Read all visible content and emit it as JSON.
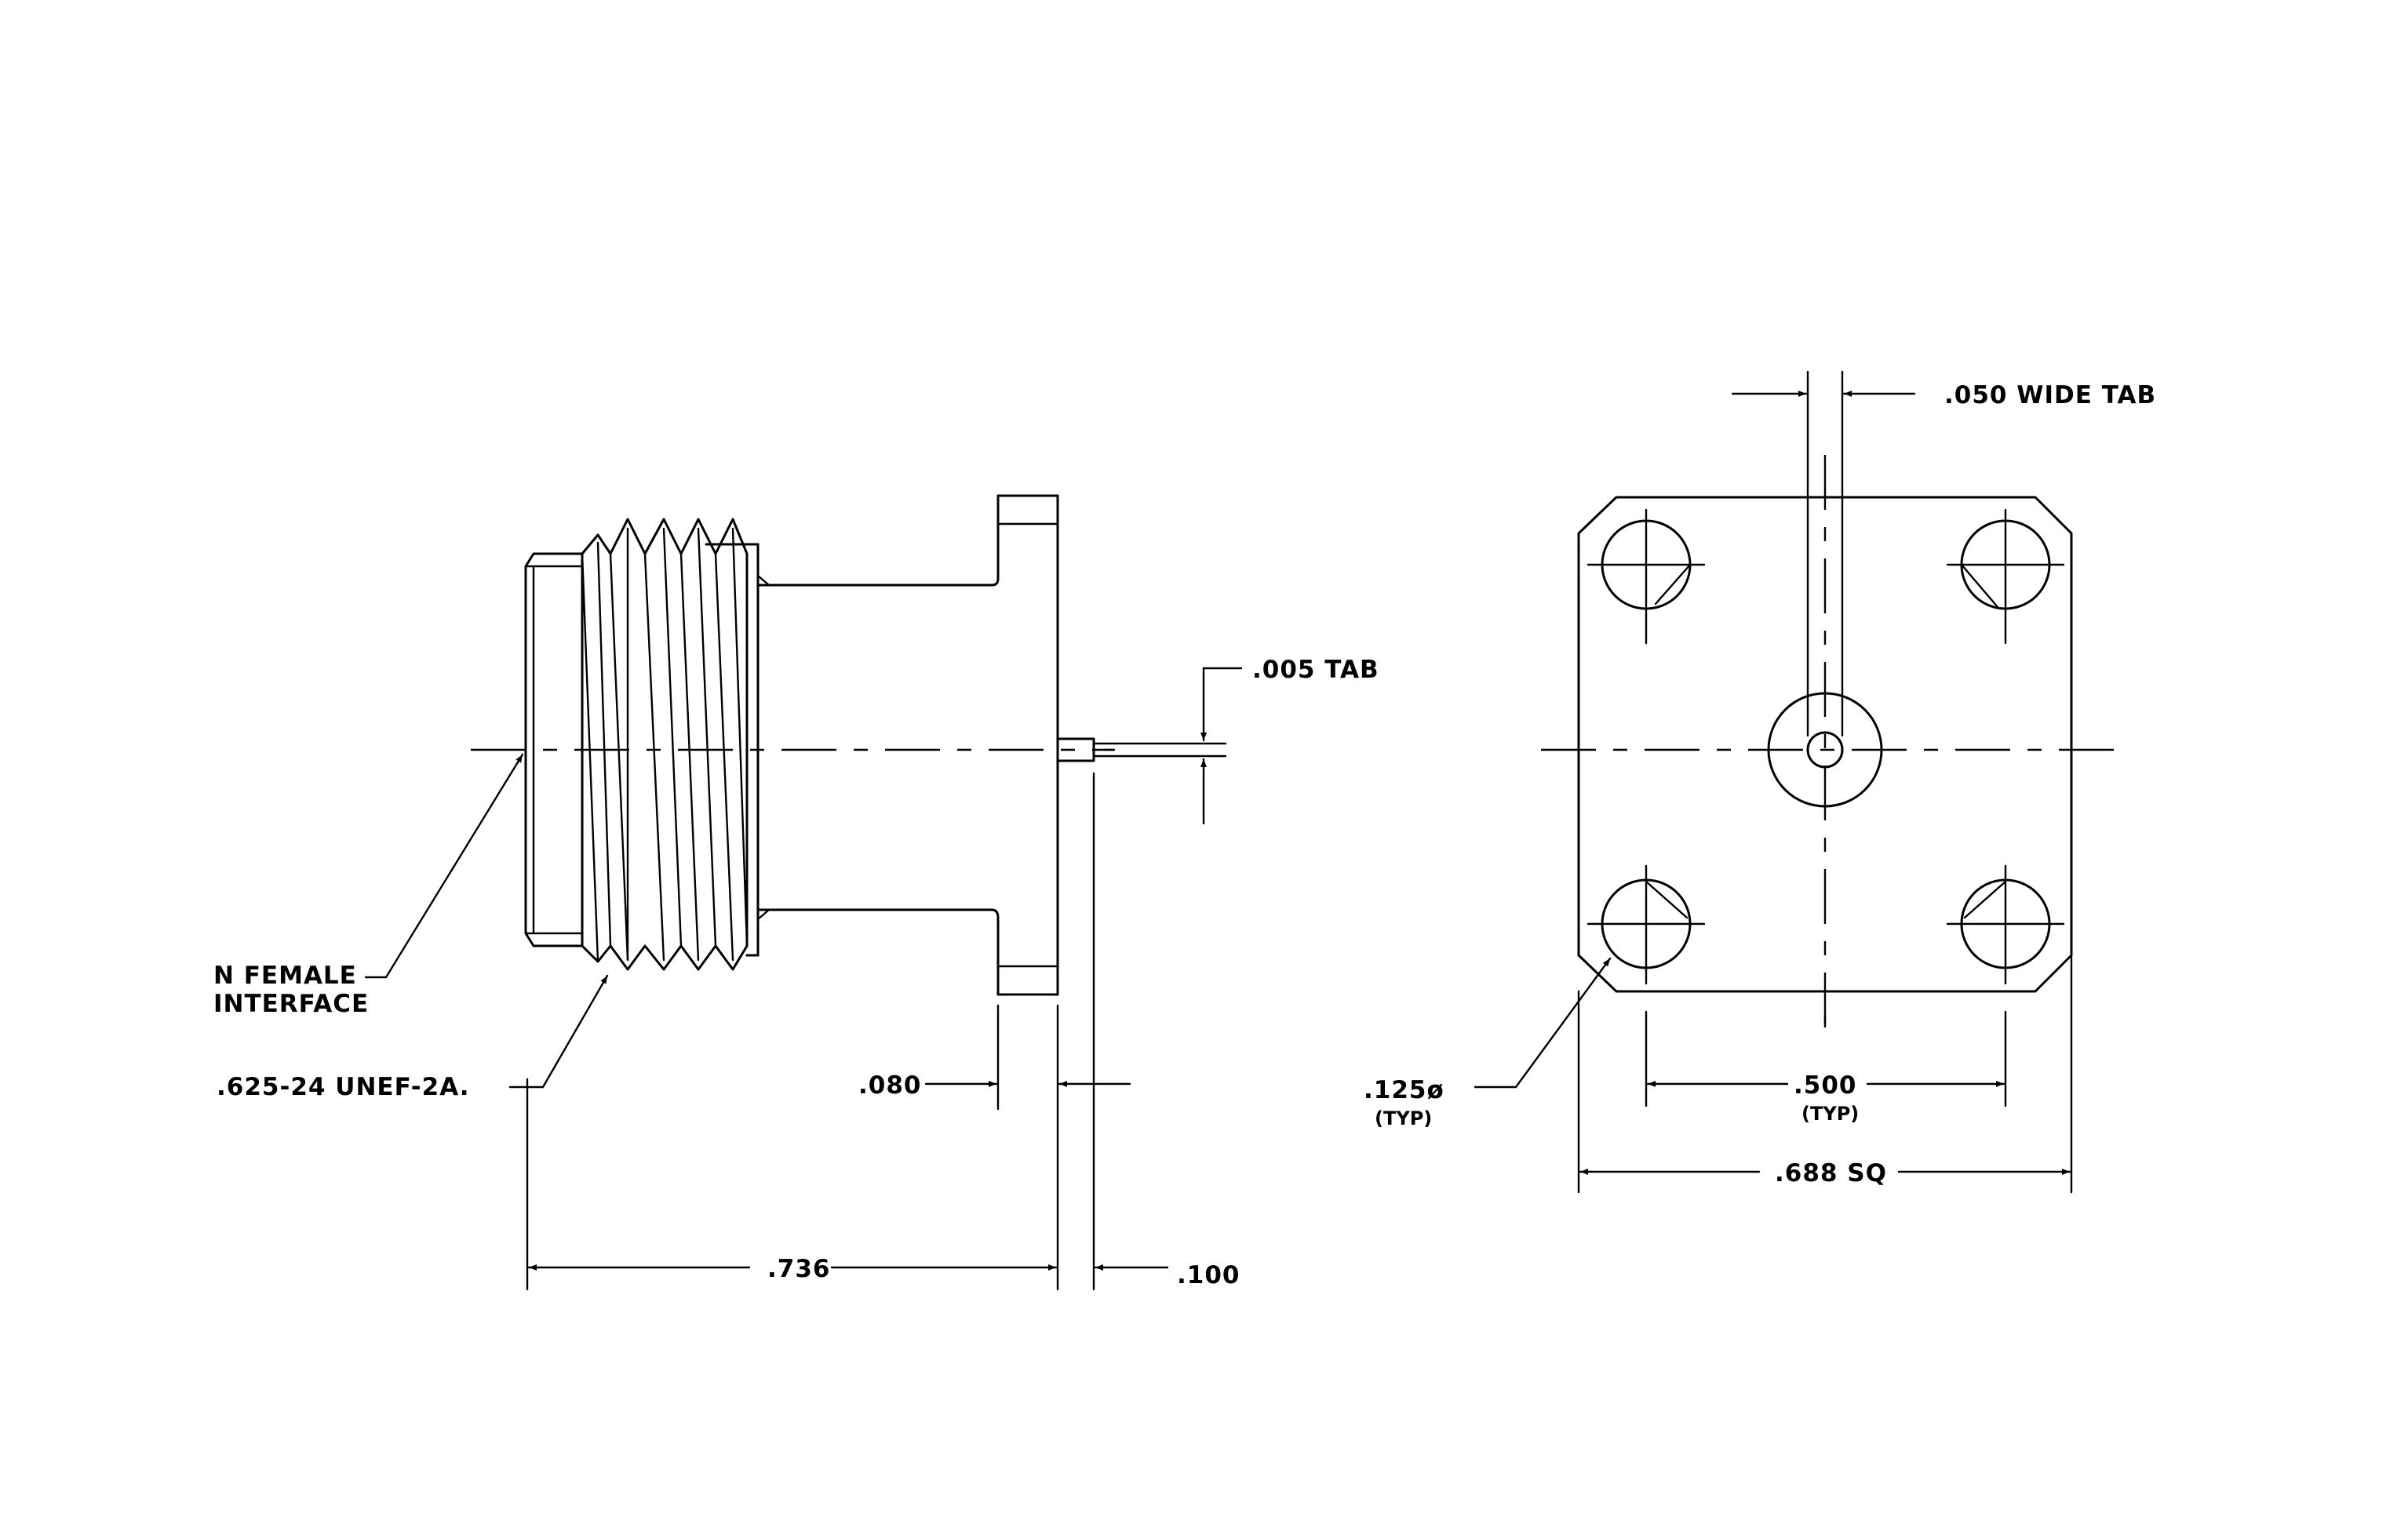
{
  "labels": {
    "n_female_line1": "N FEMALE",
    "n_female_line2": "INTERFACE",
    "thread_spec": ".625-24 UNEF-2A.",
    "dim_080": ".080",
    "dim_736": ".736",
    "dim_100": ".100",
    "tab_005": ".005 TAB",
    "tab_050": ".050 WIDE TAB",
    "hole_dia": ".125ø",
    "hole_dia_typ": "(TYP)",
    "spacing": ".500",
    "spacing_typ": "(TYP)",
    "square": ".688 SQ"
  }
}
